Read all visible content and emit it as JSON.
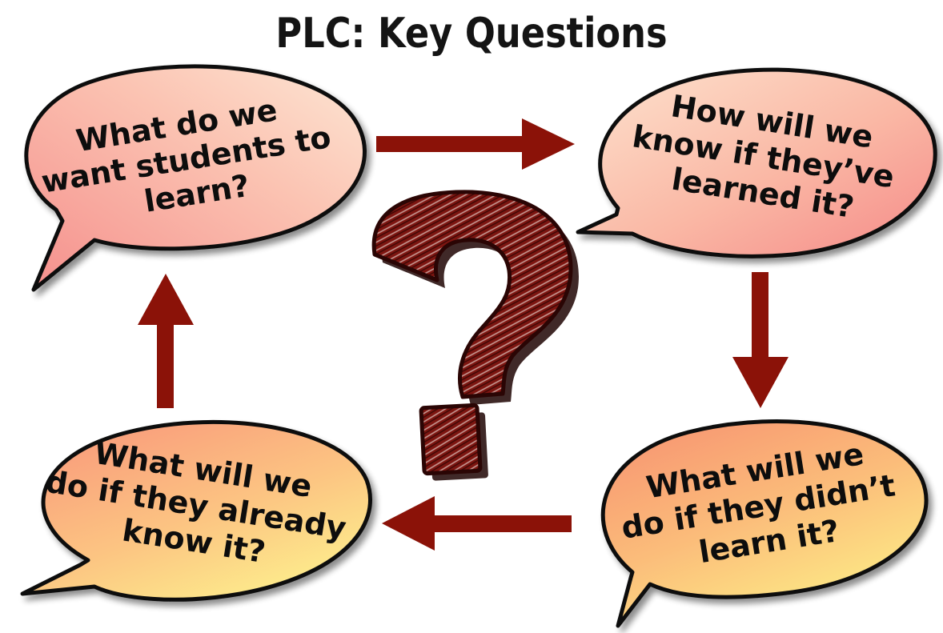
{
  "title": "PLC: Key Questions",
  "colors": {
    "arrow": "#8b1208",
    "question_mark": "#7d1510",
    "bubble_pink": "#f7a3a0",
    "bubble_peach": "#fde3cf",
    "bubble_orange": "#f8a07a",
    "bubble_yellow": "#fde98a",
    "outline": "#111111"
  },
  "bubbles": {
    "top_left": {
      "lines": [
        "What do we",
        "want students to",
        "learn?"
      ]
    },
    "top_right": {
      "lines": [
        "How will we",
        "know if they’ve",
        "learned it?"
      ]
    },
    "bottom_right": {
      "lines": [
        "What will we",
        "do if they didn’t",
        "learn it?"
      ]
    },
    "bottom_left": {
      "lines": [
        "What will we",
        "do if they already",
        "know it?"
      ]
    }
  },
  "center_icon": "question-mark-icon"
}
